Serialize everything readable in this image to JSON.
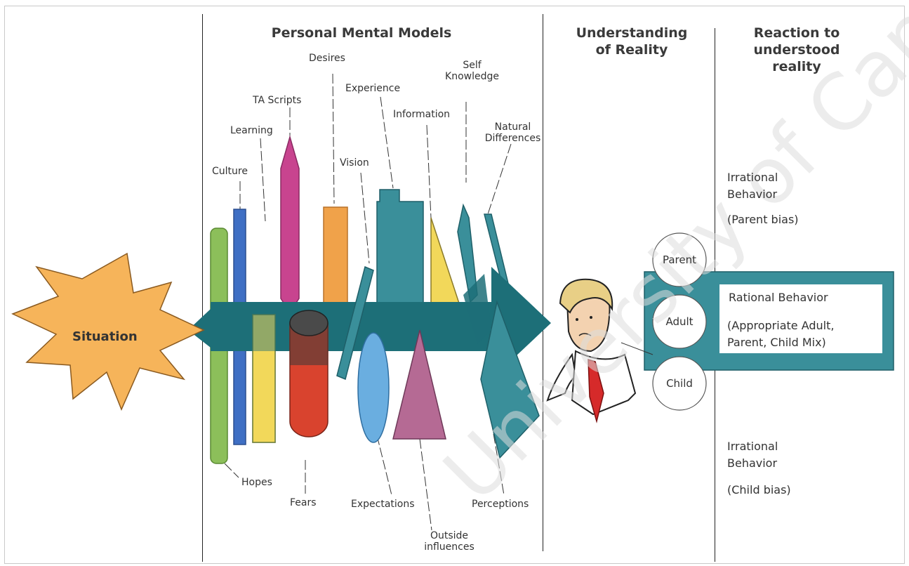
{
  "headers": {
    "personal_mental_models": "Personal Mental Models",
    "understanding_of_reality": "Understanding\nof Reality",
    "reaction": "Reaction to\nunderstood\nreality"
  },
  "situation": "Situation",
  "labels": {
    "desires": "Desires",
    "self_knowledge": "Self\nKnowledge",
    "ta_scripts": "TA Scripts",
    "experience": "Experience",
    "information": "Information",
    "learning": "Learning",
    "natural_differences": "Natural\nDifferences",
    "culture": "Culture",
    "vision": "Vision",
    "hopes": "Hopes",
    "fears": "Fears",
    "expectations": "Expectations",
    "perceptions": "Perceptions",
    "outside_influences": "Outside\ninfluences"
  },
  "ego_states": {
    "parent": "Parent",
    "adult": "Adult",
    "child": "Child"
  },
  "reactions": {
    "irrational_parent": "Irrational\nBehavior",
    "parent_bias": "(Parent bias)",
    "rational": "Rational Behavior",
    "rational_mix": "(Appropriate Adult,\nParent, Child Mix)",
    "irrational_child": "Irrational\nBehavior",
    "child_bias": "(Child bias)"
  },
  "watermark": "University of Cape Town",
  "colors": {
    "arrow": "#1d6f78",
    "teal": "#3a8f9a",
    "situation_fill": "#f6b45a",
    "green": "#8cbf5a",
    "blue": "#3f6fc4",
    "magenta": "#c8448f",
    "orange": "#f0a24a",
    "yellow": "#f2d85a",
    "red": "#d9432e",
    "light_blue": "#6aaee0",
    "mauve": "#b56a94"
  }
}
